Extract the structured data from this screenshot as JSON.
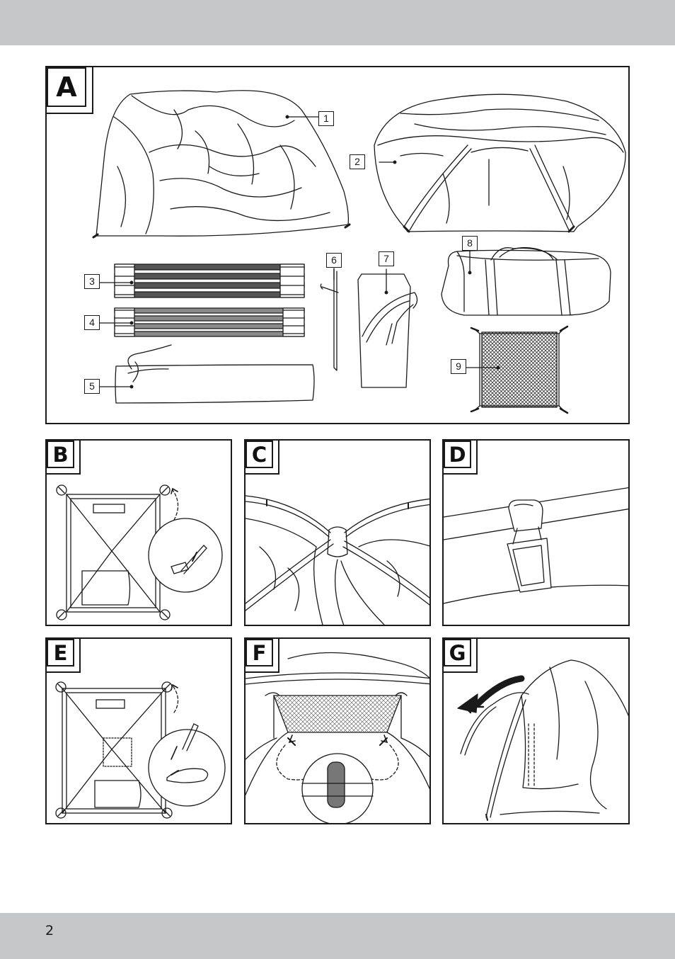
{
  "page": {
    "number": "2"
  },
  "figure_a": {
    "label": "A",
    "callouts": [
      "1",
      "2",
      "3",
      "4",
      "5",
      "6",
      "7",
      "8",
      "9"
    ]
  },
  "figure_b": {
    "label": "B"
  },
  "figure_c": {
    "label": "C"
  },
  "figure_d": {
    "label": "D"
  },
  "figure_e": {
    "label": "E"
  },
  "figure_f": {
    "label": "F"
  },
  "figure_g": {
    "label": "G"
  },
  "colors": {
    "band": "#c6c7c9",
    "line": "#1a1a1a",
    "pole_dark": "#555555",
    "pole_light": "#8a8a8a"
  }
}
